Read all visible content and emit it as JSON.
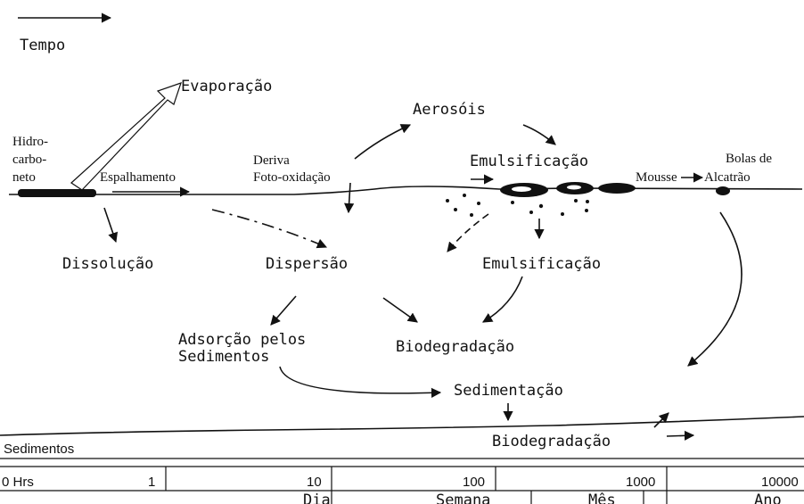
{
  "time_label": "Tempo",
  "surface": {
    "hydrocarbon": [
      "Hidro-",
      "carbo-",
      "neto"
    ],
    "spreading": "Espalhamento",
    "drift": "Deriva",
    "photo_oxidation": "Foto-oxidação",
    "mousse": "Mousse",
    "tar_balls": [
      "Bolas de",
      "Alcatrão"
    ]
  },
  "processes": {
    "evaporation": "Evaporação",
    "aerosols": "Aerosóis",
    "emulsification_top": "Emulsificação",
    "dissolution": "Dissolução",
    "dispersion": "Dispersão",
    "emulsification_mid": "Emulsificação",
    "adsorption": [
      "Adsorção pelos",
      "Sedimentos"
    ],
    "biodegradation": "Biodegradação",
    "sedimentation": "Sedimentação",
    "biodegradation_bottom": "Biodegradação"
  },
  "sediments_label": "Sedimentos",
  "timescale": {
    "hours": [
      "0 Hrs",
      "1",
      "10",
      "100",
      "1000",
      "10000"
    ],
    "units": [
      "Dia",
      "Semana",
      "Mês",
      "Ano"
    ]
  }
}
